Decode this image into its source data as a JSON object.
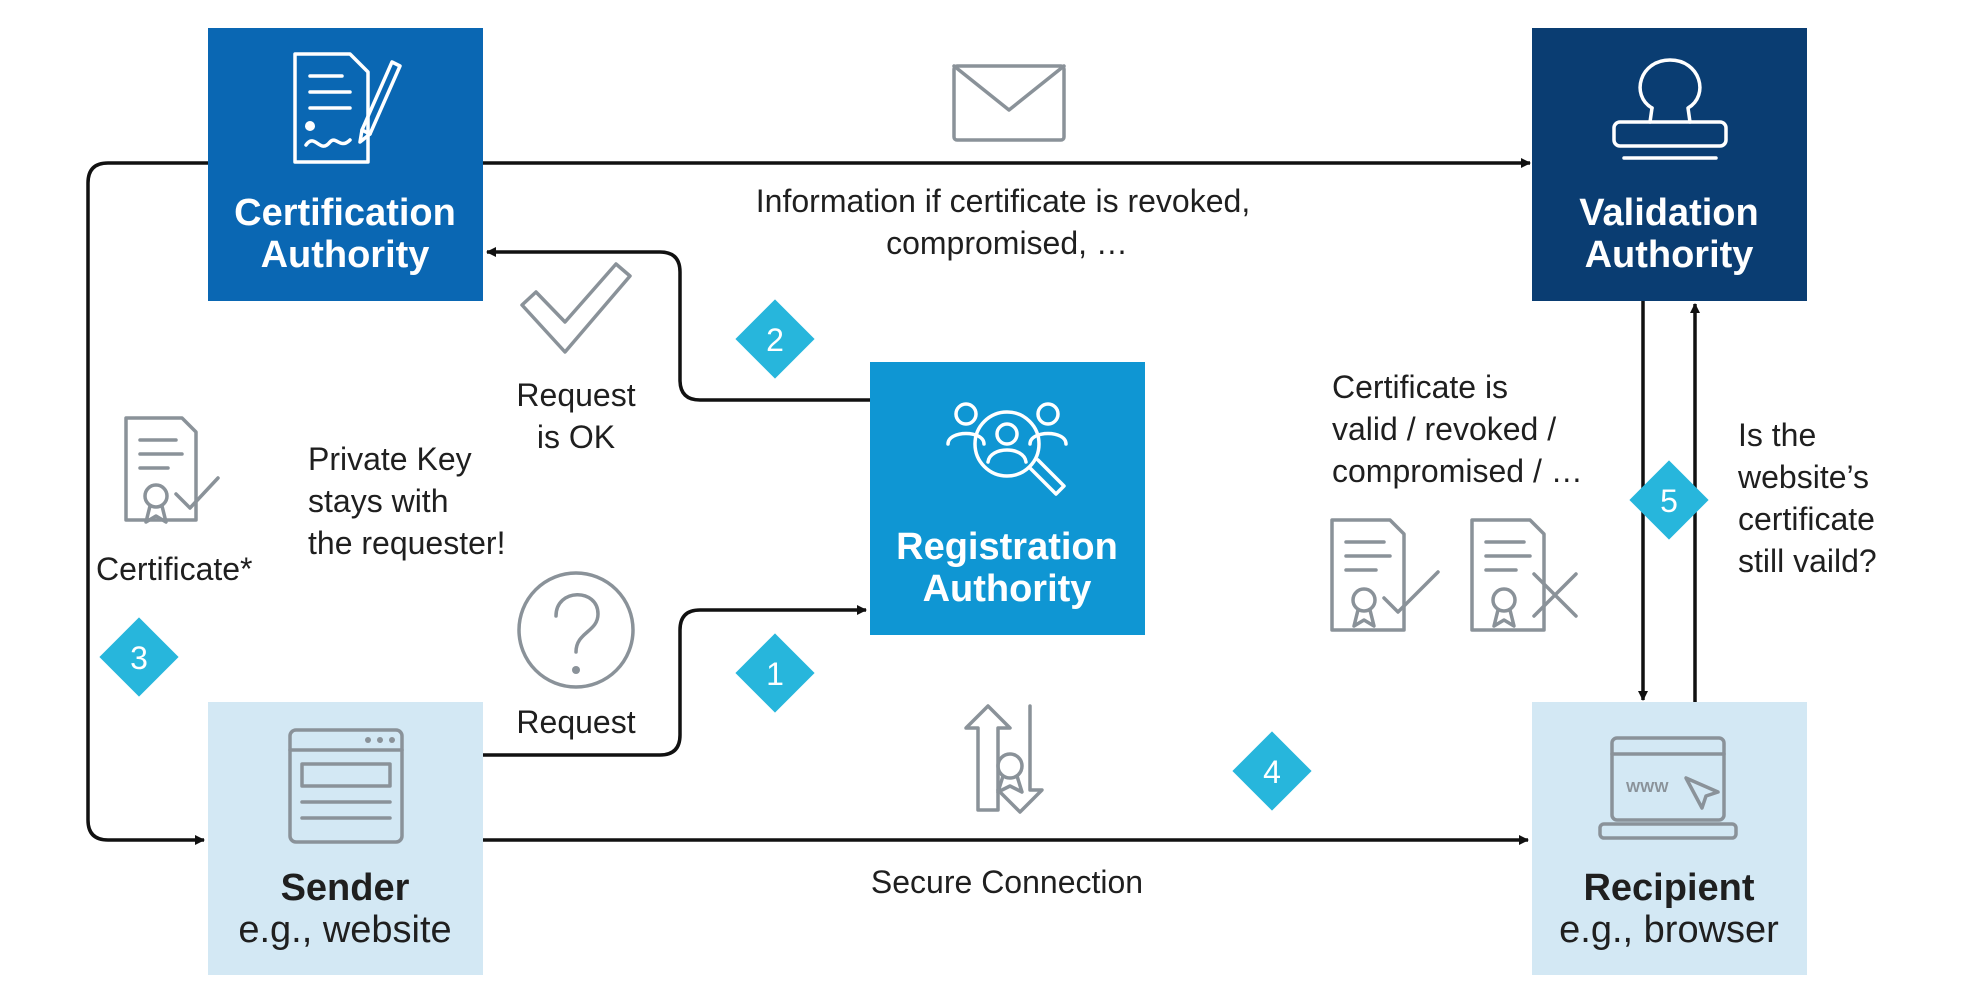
{
  "nodes": {
    "ca": {
      "title_line1": "Certification",
      "title_line2": "Authority",
      "color": "#0a67b3"
    },
    "va": {
      "title_line1": "Validation",
      "title_line2": "Authority",
      "color": "#0a3d72"
    },
    "ra": {
      "title_line1": "Registration",
      "title_line2": "Authority",
      "color": "#0f96d3"
    },
    "sender": {
      "title": "Sender",
      "subtitle": "e.g., website",
      "color": "#d3e8f4"
    },
    "recipient": {
      "title": "Recipient",
      "subtitle": "e.g., browser",
      "color": "#d3e8f4"
    }
  },
  "labels": {
    "revocation_info_line1": "Information if certificate is revoked,",
    "revocation_info_line2": "compromised, …",
    "request_ok_line1": "Request",
    "request_ok_line2": "is OK",
    "private_key_line1": "Private Key",
    "private_key_line2": "stays with",
    "private_key_line3": "the requester!",
    "certificate": "Certificate*",
    "request": "Request",
    "secure_connection": "Secure Connection",
    "cert_status_line1": "Certificate is",
    "cert_status_line2": "valid / revoked /",
    "cert_status_line3": "compromised / …",
    "validity_question_line1": "Is the",
    "validity_question_line2": "website’s",
    "validity_question_line3": "certificate",
    "validity_question_line4": "still vaild?"
  },
  "steps": {
    "s1": "1",
    "s2": "2",
    "s3": "3",
    "s4": "4",
    "s5": "5"
  },
  "icons": {
    "ca_icon": "signed-document-icon",
    "va_icon": "stamp-icon",
    "ra_icon": "user-search-icon",
    "sender_icon": "browser-window-icon",
    "recipient_icon": "laptop-www-icon",
    "envelope": "envelope-icon",
    "checkmark": "checkmark-icon",
    "question": "question-mark-icon",
    "certificate": "certificate-icon",
    "exchange": "exchange-arrows-icon",
    "cert_valid": "certificate-valid-icon",
    "cert_invalid": "certificate-invalid-icon"
  },
  "colors": {
    "step_diamond": "#27b6dc",
    "icon_gray": "#8a9299",
    "arrow": "#111111"
  }
}
